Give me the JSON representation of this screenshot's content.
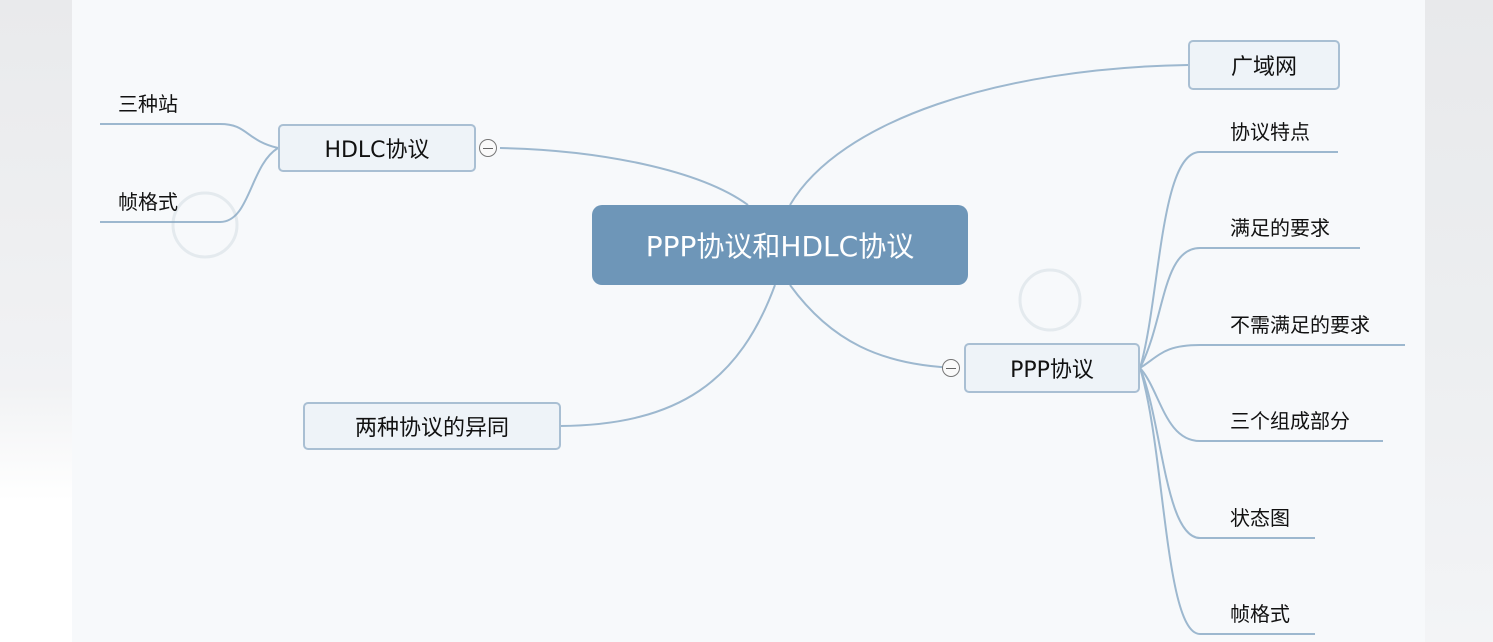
{
  "root": {
    "label": "PPP协议和HDLC协议"
  },
  "branches": {
    "hdlc": {
      "label": "HDLC协议",
      "children": [
        "三种站",
        "帧格式"
      ]
    },
    "wan": {
      "label": "广域网"
    },
    "ppp": {
      "label": "PPP协议",
      "children": [
        "协议特点",
        "满足的要求",
        "不需满足的要求",
        "三个组成部分",
        "状态图",
        "帧格式"
      ]
    },
    "compare": {
      "label": "两种协议的异同"
    }
  },
  "colors": {
    "root_fill": "#6e96b8",
    "node_fill": "#eef3f8",
    "node_border": "#a9bfd3",
    "link": "#9db8cf"
  }
}
